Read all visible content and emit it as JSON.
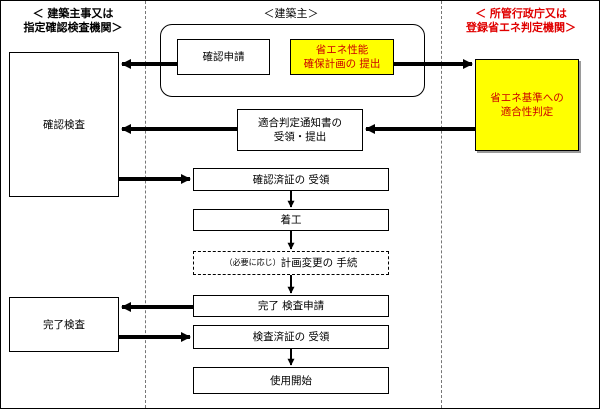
{
  "lanes": {
    "left_header_line1": "＜ 建築主事又は",
    "left_header_line2": "指定確認検査機関＞",
    "center_header": "＜建築主＞",
    "right_header_line1": "＜ 所管行政庁又は",
    "right_header_line2": "登録省エネ判定機関＞"
  },
  "boxes": {
    "kakunin_shinsei": "確認申請",
    "shoene_line1": "省エネ性能",
    "shoene_line2": "確保計画の 提出",
    "kijun_line1": "省エネ基準への",
    "kijun_line2": "適合性判定",
    "kakunin_kensa": "確認検査",
    "tekigo_line1": "適合判定通知書の",
    "tekigo_line2": "受領・提出",
    "kakunin_zumi": "確認済証の 受領",
    "chakko": "着工",
    "henko_prefix": "（必要に応じ）",
    "henko_main": "計画変更の 手続",
    "kanryo_kensa": "完了検査",
    "kanryo_shinsei": "完了 検査申請",
    "kensa_zumi": "検査済証の 受領",
    "shiyo_kaishi": "使用開始"
  },
  "colors": {
    "yellow_fill": "#ffff00",
    "red_text": "#e00000",
    "line": "#000000"
  }
}
